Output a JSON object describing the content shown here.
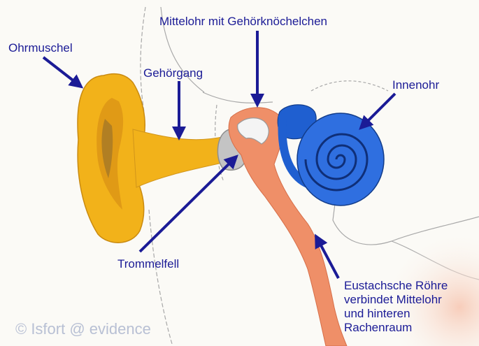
{
  "labels": {
    "ohrmuschel": "Ohrmuschel",
    "gehoergang": "Gehörgang",
    "mittelohr": "Mittelohr mit Gehörknöchelchen",
    "innenohr": "Innenohr",
    "trommelfell": "Trommelfell",
    "eustachsche_1": "Eustachsche Röhre",
    "eustachsche_2": "verbindet Mittelohr",
    "eustachsche_3": "und hinteren",
    "eustachsche_4": "Rachenraum"
  },
  "copyright": "© Isfort @ evidence",
  "colors": {
    "label_text": "#1b1b96",
    "arrow": "#1b1b96",
    "outer_ear": "#f2b21a",
    "middle_ear": "#ef8f68",
    "inner_ear": "#1f5fd0",
    "eardrum": "#bdbdbd"
  }
}
